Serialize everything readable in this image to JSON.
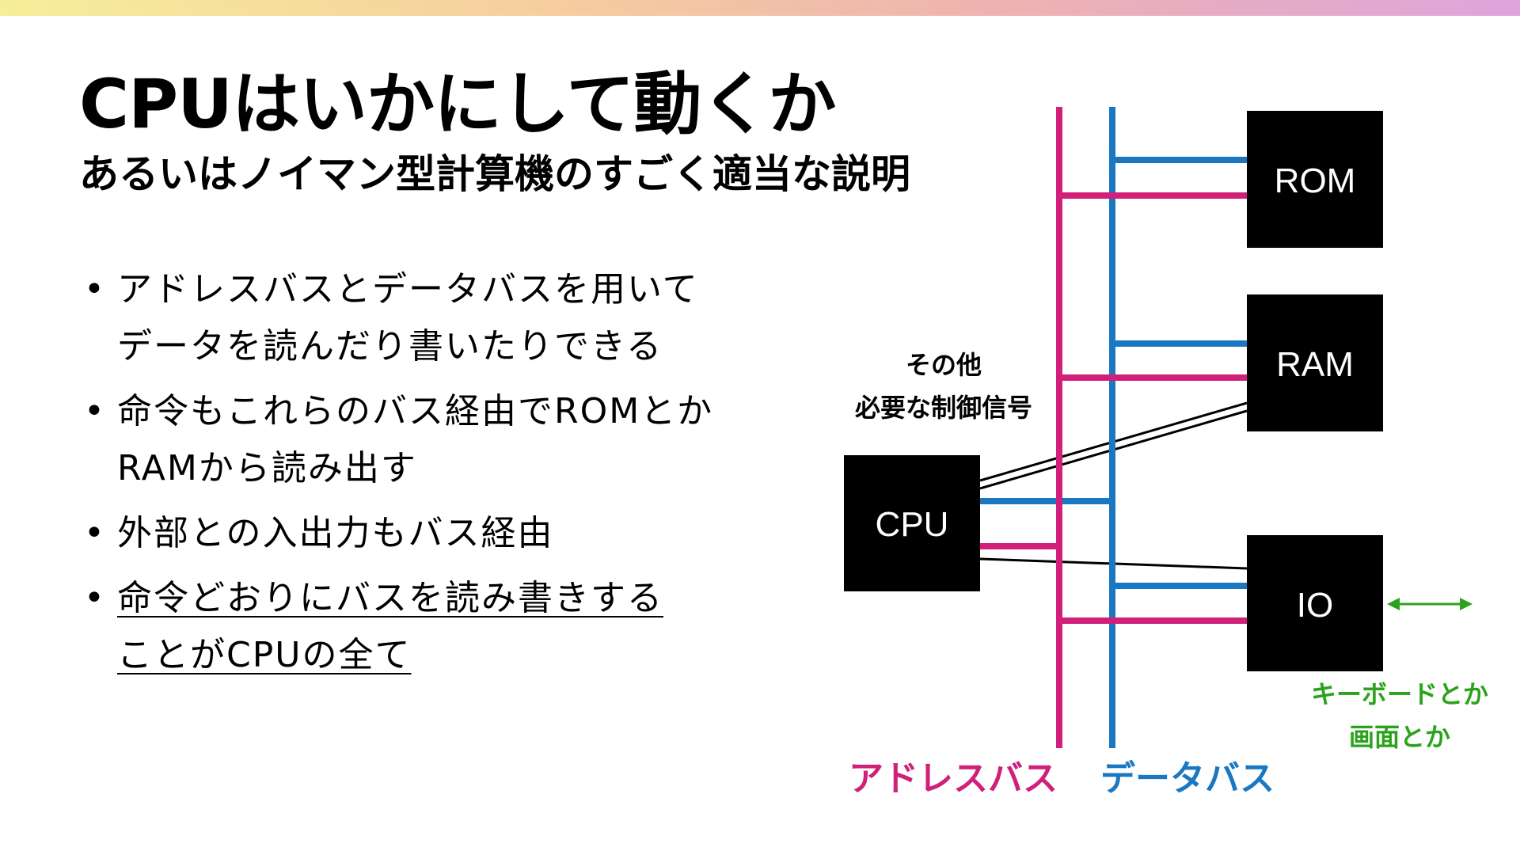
{
  "slide": {
    "title": "CPUはいかにして動くか",
    "subtitle": "あるいはノイマン型計算機のすごく適当な説明",
    "bullets": [
      {
        "line1": "アドレスバスとデータバスを用いて",
        "line2": "データを読んだり書いたりできる"
      },
      {
        "line1": "命令もこれらのバス経由でROMとか",
        "line2": "RAMから読み出す"
      },
      {
        "line1": "外部との入出力もバス経由",
        "line2": ""
      },
      {
        "line1": "命令どおりにバスを読み書きする",
        "line2": "ことがCPUの全て"
      }
    ]
  },
  "diagram": {
    "boxes": {
      "rom": "ROM",
      "ram": "RAM",
      "cpu": "CPU",
      "io": "IO"
    },
    "other_signals": {
      "line1": "その他",
      "line2": "必要な制御信号"
    },
    "io_devices": {
      "line1": "キーボードとか",
      "line2": "画面とか"
    },
    "address_bus_label": "アドレスバス",
    "data_bus_label": "データバス",
    "colors": {
      "address_bus": "#d0207a",
      "data_bus": "#1a78c2",
      "io_arrow": "#2aa31c",
      "box": "#000000"
    }
  }
}
